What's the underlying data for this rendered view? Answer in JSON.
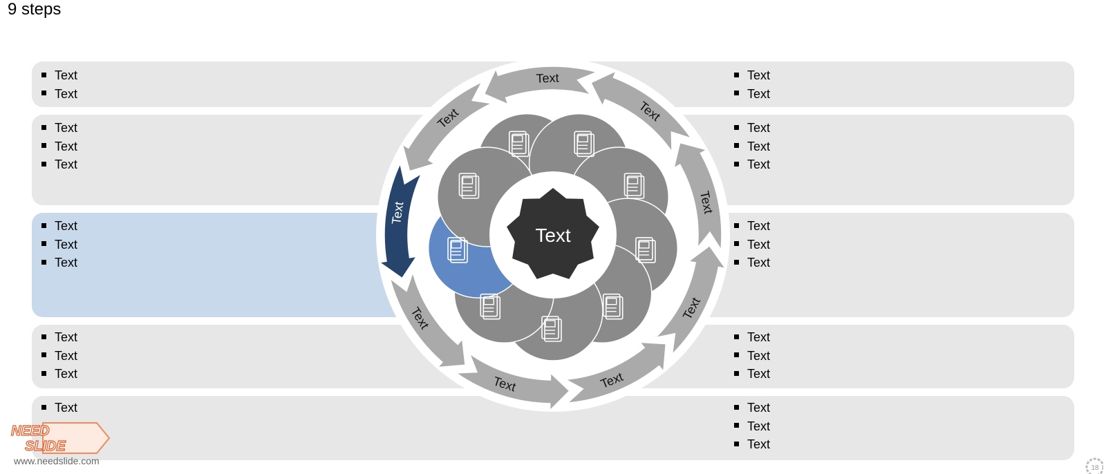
{
  "title": "9 steps",
  "center_label": "Text",
  "arrow_labels": [
    "Text",
    "Text",
    "Text",
    "Text",
    "Text",
    "Text",
    "Text",
    "Text",
    "Text"
  ],
  "panels": {
    "left": [
      {
        "lines": [
          "Text",
          "Text"
        ]
      },
      {
        "lines": [
          "Text",
          "Text",
          "Text"
        ]
      },
      {
        "lines": [
          "Text",
          "Text",
          "Text"
        ]
      },
      {
        "lines": [
          "Text",
          "Text",
          "Text"
        ]
      },
      {
        "lines": [
          "Text"
        ]
      }
    ],
    "right": [
      {
        "lines": [
          "Text",
          "Text"
        ]
      },
      {
        "lines": [
          "Text",
          "Text",
          "Text"
        ]
      },
      {
        "lines": [
          "Text",
          "Text",
          "Text"
        ]
      },
      {
        "lines": [
          "Text",
          "Text",
          "Text"
        ]
      },
      {
        "lines": [
          "Text",
          "Text",
          "Text"
        ]
      }
    ]
  },
  "icons": [
    "document-icon",
    "chart-document-icon",
    "pie-document-icon",
    "coins-download-icon",
    "presentation-icon",
    "report-document-icon",
    "mobile-phone-icon",
    "bar-chart-document-icon",
    "binders-icon"
  ],
  "colors": {
    "panel": "#e7e7e7",
    "panel_active": "#c9d9ec",
    "arrow": "#aaaaaa",
    "arrow_active": "#27456c",
    "petal": "#8a8a8a",
    "petal_active": "#5f88c4",
    "center": "#333333"
  },
  "logo": {
    "line1": "NEED",
    "line2": "SLIDE"
  },
  "website": "www.needslide.com",
  "page_number": "18"
}
